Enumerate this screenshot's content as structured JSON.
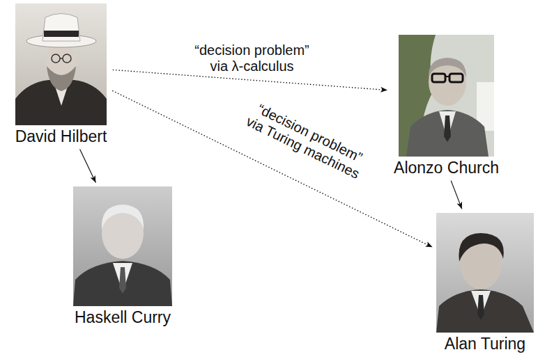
{
  "diagram": {
    "nodes": [
      {
        "text": [
          "David Hilbert"
        ]
      },
      {
        "text": [
          "Alonzo Church"
        ]
      },
      {
        "text": [
          "Haskell Curry"
        ]
      },
      {
        "text": [
          "Alan Turing"
        ]
      }
    ],
    "edges": [
      {
        "from": 0,
        "to": 1,
        "arrow": "to",
        "label": "“decision problem” via λ-calculus"
      },
      {
        "from": 0,
        "to": 3,
        "arrow": "to",
        "label": "“decision problem” via Turing machines"
      },
      {
        "from": 0,
        "to": 2,
        "arrow": "to"
      },
      {
        "from": 1,
        "to": 3,
        "arrow": "to"
      }
    ]
  }
}
